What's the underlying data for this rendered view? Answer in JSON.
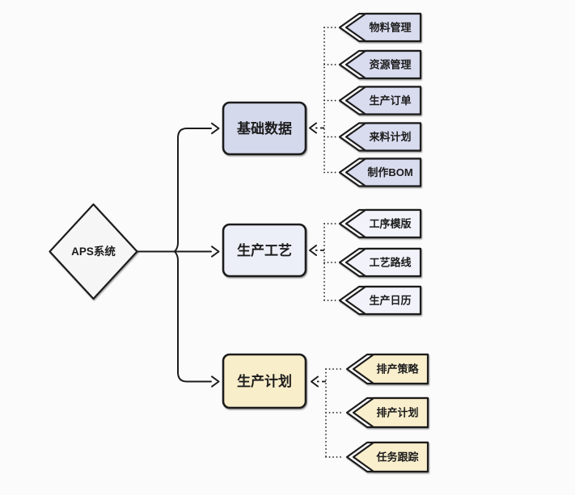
{
  "root": {
    "label": "APS系统"
  },
  "branches": [
    {
      "label": "基础数据",
      "fill": "#d5d9ec",
      "item_fill": "#d9dcef",
      "items": [
        "物料管理",
        "资源管理",
        "生产订单",
        "来料计划",
        "制作BOM"
      ]
    },
    {
      "label": "生产工艺",
      "fill": "#edeff8",
      "item_fill": "#f1f2fa",
      "items": [
        "工序模版",
        "工艺路线",
        "生产日历"
      ]
    },
    {
      "label": "生产计划",
      "fill": "#f9eeca",
      "item_fill": "#f9efcd",
      "items": [
        "排产策略",
        "排产计划",
        "任务跟踪"
      ]
    }
  ],
  "colors": {
    "background": "#fbfbfb",
    "border": "#1c1c1c",
    "diamond_fill": "#f6f6f6",
    "notch_band": "#ffffff",
    "blue_fill": "#d5d9ec",
    "light_fill": "#edeff8",
    "yellow_fill": "#f9eeca"
  }
}
